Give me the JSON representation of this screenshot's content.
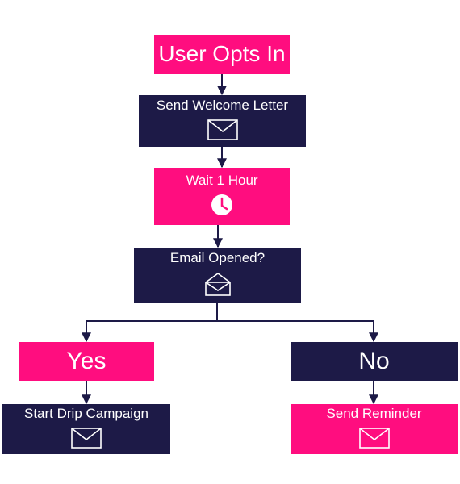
{
  "colors": {
    "pink": "#ff0d7f",
    "navy": "#1d1a47",
    "connector": "#1d1a47"
  },
  "nodes": {
    "opt_in": {
      "label": "User Opts In"
    },
    "welcome": {
      "label": "Send Welcome Letter",
      "icon": "envelope-icon"
    },
    "wait": {
      "label": "Wait 1 Hour",
      "icon": "clock-icon"
    },
    "opened": {
      "label": "Email Opened?",
      "icon": "open-envelope-icon"
    },
    "yes": {
      "label": "Yes"
    },
    "no": {
      "label": "No"
    },
    "drip": {
      "label": "Start Drip Campaign",
      "icon": "envelope-icon"
    },
    "reminder": {
      "label": "Send Reminder",
      "icon": "envelope-icon"
    }
  },
  "edges": [
    {
      "from": "opt_in",
      "to": "welcome"
    },
    {
      "from": "welcome",
      "to": "wait"
    },
    {
      "from": "wait",
      "to": "opened"
    },
    {
      "from": "opened",
      "to": "yes"
    },
    {
      "from": "opened",
      "to": "no"
    },
    {
      "from": "yes",
      "to": "drip"
    },
    {
      "from": "no",
      "to": "reminder"
    }
  ]
}
